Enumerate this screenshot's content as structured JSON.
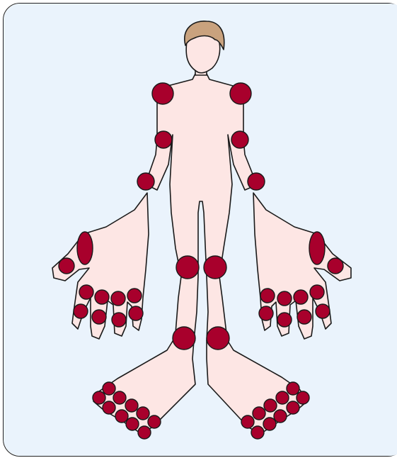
{
  "diagram": {
    "colors": {
      "panel": "#eaf3fc",
      "outline": "#1a1a1a",
      "skin": "#fde6e4",
      "hair": "#c9a27e",
      "joint": "#a8002c"
    },
    "icon": "human-body-joints-icon",
    "joint_sites": [
      "shoulder-left",
      "shoulder-right",
      "elbow-left",
      "elbow-right",
      "wrist-left",
      "wrist-right",
      "base-of-thumb-left",
      "base-of-thumb-right",
      "thumb-left",
      "thumb-right",
      "finger-joints-left",
      "finger-joints-right",
      "knee-left",
      "knee-right",
      "ankle-left",
      "ankle-right",
      "toe-joints-left",
      "toe-joints-right"
    ]
  }
}
